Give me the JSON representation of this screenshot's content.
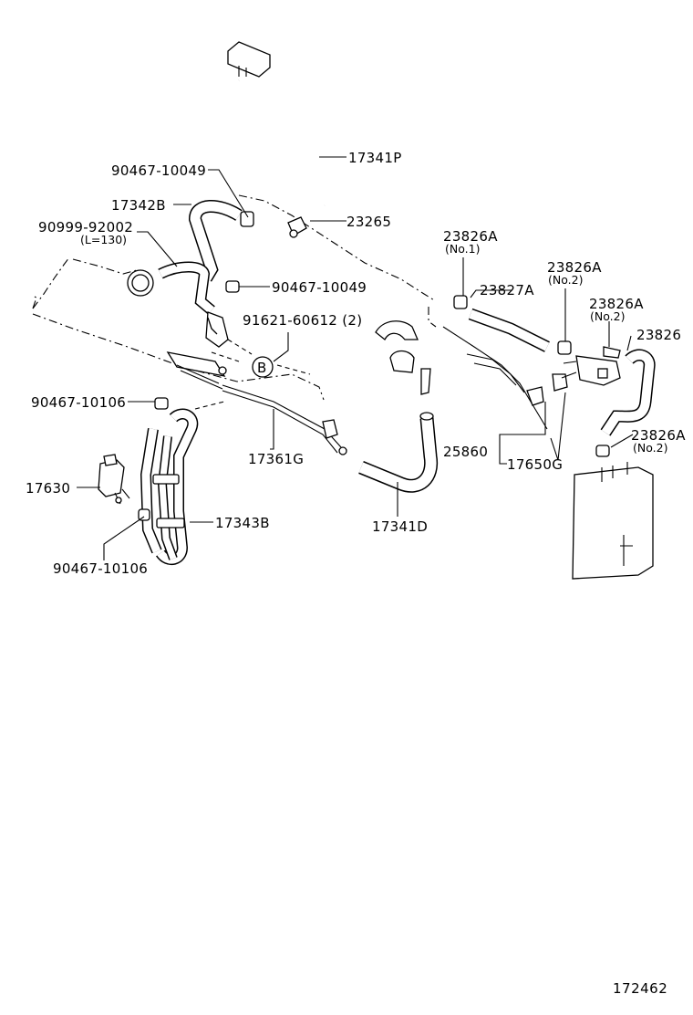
{
  "diagram": {
    "figure_number": "172462",
    "callouts": {
      "p17341P": "17341P",
      "p90467_10049_a": "90467-10049",
      "p17342B": "17342B",
      "p23265": "23265",
      "p90999_92002": "90999-92002",
      "p90999_92002_note": "(L=130)",
      "p90467_10049_b": "90467-10049",
      "p91621_60612": "91621-60612 (2)",
      "marker_b": "B",
      "p90467_10106_a": "90467-10106",
      "p17361G": "17361G",
      "p17630": "17630",
      "p17343B": "17343B",
      "p90467_10106_b": "90467-10106",
      "p17341D": "17341D",
      "p23826A_no1": "23826A",
      "p23826A_no1_note": "(No.1)",
      "p23827A": "23827A",
      "p23826A_no2_a": "23826A",
      "p23826A_no2_a_note": "(No.2)",
      "p23826A_no2_b": "23826A",
      "p23826A_no2_b_note": "(No.2)",
      "p23826": "23826",
      "p25860": "25860",
      "p17650G": "17650G",
      "p23826A_no2_c": "23826A",
      "p23826A_no2_c_note": "(No.2)"
    }
  }
}
